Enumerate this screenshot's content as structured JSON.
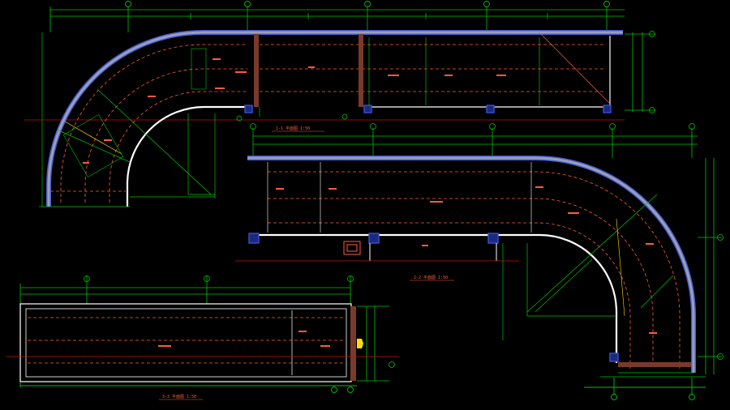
{
  "colors": {
    "background": "#000000",
    "wall_outer": "#4a5bd6",
    "wall_fill": "#9aa0b4",
    "dim_line": "#00c400",
    "dashed": "#ff5a3c",
    "white": "#ffffff",
    "beam": "#7a3a2a",
    "column": "#3a4fd0",
    "yellow": "#ffe000",
    "red": "#c01010"
  },
  "icons": [
    "grid-bubble",
    "column-square",
    "section-marker"
  ],
  "views": {
    "top_left": {
      "title": "1-1 平面图 1:50"
    },
    "middle": {
      "title": "2-2 平面图 1:50"
    },
    "bottom": {
      "title": "3-3 平面图 1:50"
    }
  }
}
